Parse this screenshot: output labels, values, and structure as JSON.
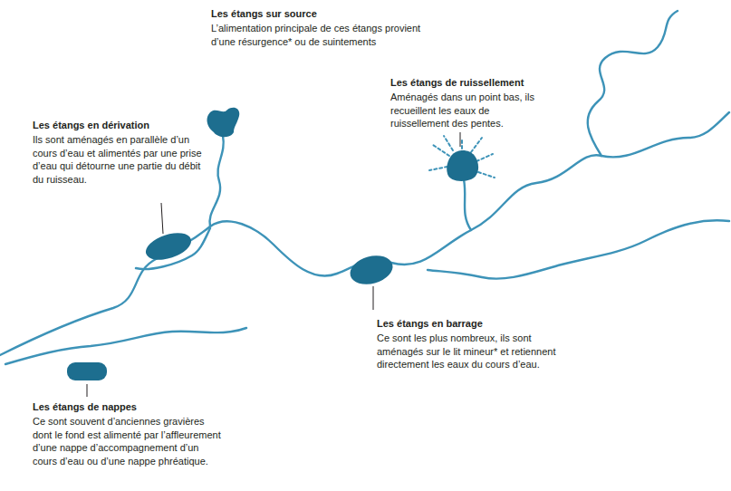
{
  "diagram": {
    "labels": [
      "Les étangs sur source",
      "L’alimentation principale de ces étangs provient d’une résurgence* ou de suintements",
      "Les étangs de ruissellement",
      "Aménagés dans un point bas, ils recueillent les eaux de ruissellement des pentes.",
      "Les étangs en dérivation",
      "Ils sont aménagés en parallèle d’un cours d’eau et alimentés par une prise d’eau qui détourne une partie du débit du ruisseau.",
      "Les étangs en barrage",
      "Ce sont les plus nombreux, ils sont aménagés sur le lit mineur* et retiennent directement les eaux du cours d’eau.",
      "Les étangs de nappes",
      "Ce sont souvent d’anciennes gravières dont le fond est alimenté par l’affleurement d’une nappe d’accompagnement d’un cours d’eau ou d’une nappe phréatique."
    ]
  }
}
